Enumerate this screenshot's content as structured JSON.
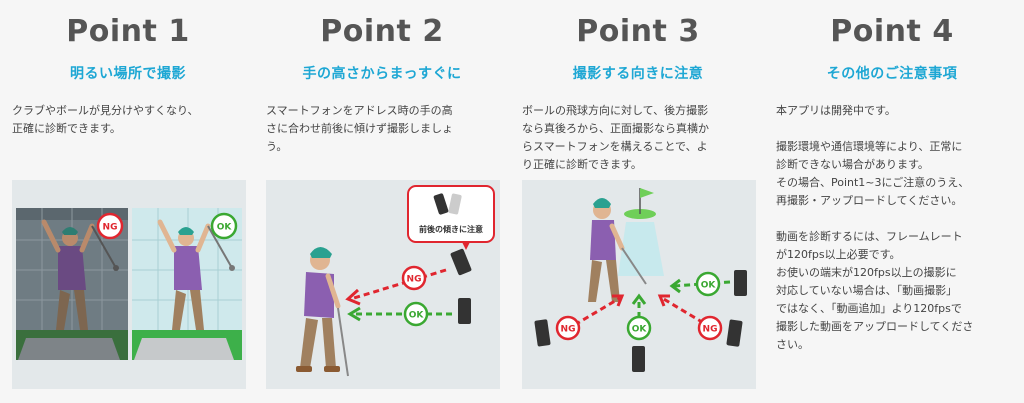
{
  "points": [
    {
      "title": "Point 1",
      "subtitle": "明るい場所で撮影",
      "body": "クラブやボールが見分けやすくなり、\n正確に診断できます。"
    },
    {
      "title": "Point 2",
      "subtitle": "手の高さからまっすぐに",
      "body": "スマートフォンをアドレス時の手の高\nさに合わせ前後に傾けず撮影しましょ\nう。"
    },
    {
      "title": "Point 3",
      "subtitle": "撮影する向きに注意",
      "body": "ボールの飛球方向に対して、後方撮影\nなら真後ろから、正面撮影なら真横か\nらスマートフォンを構えることで、よ\nり正確に診断できます。"
    },
    {
      "title": "Point 4",
      "subtitle": "その他のご注意事項",
      "body": "本アプリは開発中です。\n\n撮影環境や通信環境等により、正常に\n診断できない場合があります。\nその場合、Point1~3にご注意のうえ、\n再撮影・アップロードしてください。\n\n動画を診断するには、フレームレート\nが120fps以上必要です。\nお使いの端末が120fps以上の撮影に\n対応していない場合は、「動画撮影」\nではなく、「動画追加」より120fpsで\n撮影した動画をアップロードしてくださ\nさい。"
    }
  ],
  "illustration": {
    "ng_label": "NG",
    "ok_label": "OK",
    "tilt_caption": "前後の傾きに注意"
  },
  "colors": {
    "accent": "#1ea7d4",
    "ng": "#e0262f",
    "ok": "#3aa832",
    "panel": "#e3e8ea"
  }
}
